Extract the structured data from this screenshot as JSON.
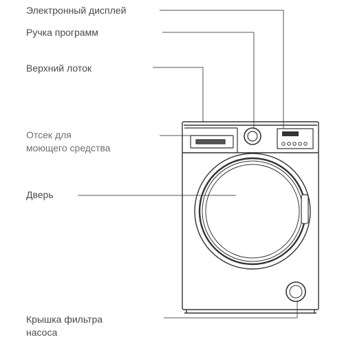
{
  "labels": {
    "display": "Электронный дисплей",
    "program_knob": "Ручка программ",
    "top_tray": "Верхний лоток",
    "detergent_line1": "Отсек для",
    "detergent_line2": "моющего средства",
    "door": "Дверь",
    "filter_line1": "Крышка фильтра",
    "filter_line2": "насоса"
  },
  "colors": {
    "text": "#4a4a4a",
    "line": "#555555",
    "outline": "#333333"
  }
}
